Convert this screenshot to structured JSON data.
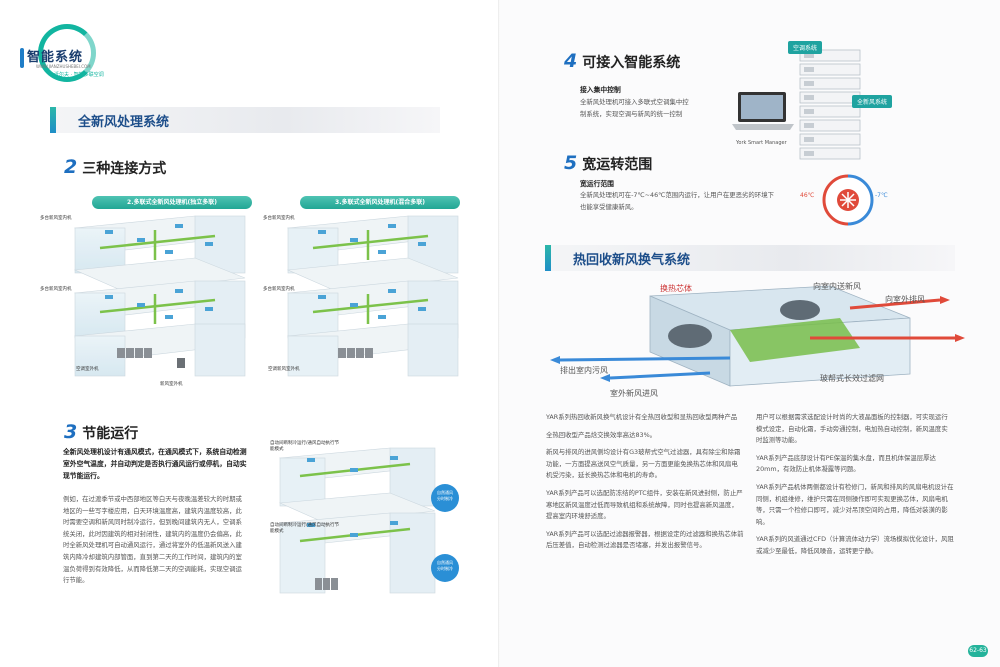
{
  "logo": {
    "title": "智能系统",
    "url": "WWW.JIANZHUSHEBEI.COM",
    "sub": "沃尔夫 · 智能多联空调"
  },
  "left": {
    "section_title": "全新风处理系统",
    "conn": {
      "num": "2",
      "title": "三种连接方式",
      "chip1": "2.多联式全新风处理机(独立多联)",
      "chip2": "3.多联式全新风处理机(混合多联)",
      "d1_labels": [
        "多台新风室内机",
        "多台新风室内机",
        "空调室外机",
        "新风室外机"
      ],
      "d2_labels": [
        "多台新风室内机",
        "多台新风室内机",
        "空调新风室外机"
      ]
    },
    "energy": {
      "num": "3",
      "title": "节能运行",
      "bold": "全新风处理机设计有通风模式，在通风模式下，系统自动检测室外空气温度，并自动判定是否执行通风运行或停机，自动实现节能运行。",
      "body": "例如，在过渡季节或中西部地区等白天与夜晚温差较大的时期或地区的一些写字楼应用，白天环境温度高，建筑内温度较高，此时需要空调和新风同时制冷运行，但到晚间建筑内无人，空调系统关闭，此时因建筑的相对封闭性，建筑内的温度仍会偏高，此时全新风处理机可自动通风运行，通过将室外的低温新风送入建筑内降冷却建筑内部管面，直到第二天的工作时间，建筑内的室温负荷得到有效降低，从而降低第二天的空调能耗，实现空调运行节能。",
      "d_labels": [
        "自动间断制冷运行/通风自动执行节能模式",
        "自动间断制冷运行/通风自动执行节能模式"
      ],
      "bubble1": "自然通风\n分时制冷",
      "bubble2": "自然通风\n分时制冷"
    }
  },
  "right": {
    "smart": {
      "num": "4",
      "title": "可接入智能系统",
      "sub": "接入集中控制",
      "body": "全新风处理机可接入多联式空调集中控制系统，实现空调与新风的统一控制",
      "device_caption": "York Smart Manager",
      "tag1": "空调系统",
      "tag2": "全新风系统"
    },
    "range": {
      "num": "5",
      "title": "宽运转范围",
      "sub": "宽运行范围",
      "body": "全新风处理机可在-7℃~46℃范围内运行，让用户在更恶劣的环境下也能享受健康新风。",
      "hot": "46℃",
      "cold": "-7℃"
    },
    "section_title": "热回收新风换气系统",
    "hrv_labels": {
      "core": "换热芯体",
      "supply_in": "向室内送新风",
      "exhaust_out": "向室外排风",
      "exhaust_in": "排出室内污风",
      "fresh_in": "室外新风进风",
      "filter": "玻帮式长效过滤网"
    },
    "col1": [
      "YAR系列热回收新风换气机设计有全热回收型和显热回收型两种产品",
      "全热回收型产品焓交换效率高达83%。",
      "新风与排风的进风侧均设计有G3玻帮式空气过滤器，具有除尘和除霜功能，一方面提高送风空气质量，另一方面更能免换热芯体和风扇电机受污染，延长换热芯体和电机的寿命。",
      "YAR系列产品可以选配防冻结的PTC组件，安装在新风进封侧，防止严寒地区新风温度过低而导致机组和系统故障，同时也提高新风温度，提高室内环境舒适度。",
      "YAR系列产品可以选配过滤器报警器，根据设定的过滤器和换热芯体前后压差值，自动检测过滤器是否堵塞，并发出报警信号。"
    ],
    "col2": [
      "用户可以根据需求选配设计时尚的大液晶面板的控制器，可实现运行模式设定，自动化霜，手动旁通控制，电加热自动控制，新风温度实时监测等功能。",
      "YAR系列产品底部设计有PE保温的集水盘，而且机体保温层厚达20mm，有效防止机体凝露等问题。",
      "YAR系列产品机体两侧都设计有检修门，新风和排风的风扇电机设计在同侧，机组维修，维护只需在同侧操作即可实现更换芯体，风扇电机等，只需一个检修口即可，减少对吊顶空间的占用，降低对装潢的影响。",
      "YAR系列的风道通过CFD（计算流体动力学）流场模拟优化设计，风阻或减少至最低，降低风噪音，运转更宁静。"
    ],
    "page_number": "62-63"
  },
  "colors": {
    "brand_teal": "#22a694",
    "brand_blue": "#1e6fc0",
    "title_navy": "#1d4e8a",
    "arrow_red": "#e04a3a",
    "arrow_blue": "#3a8ad8"
  }
}
